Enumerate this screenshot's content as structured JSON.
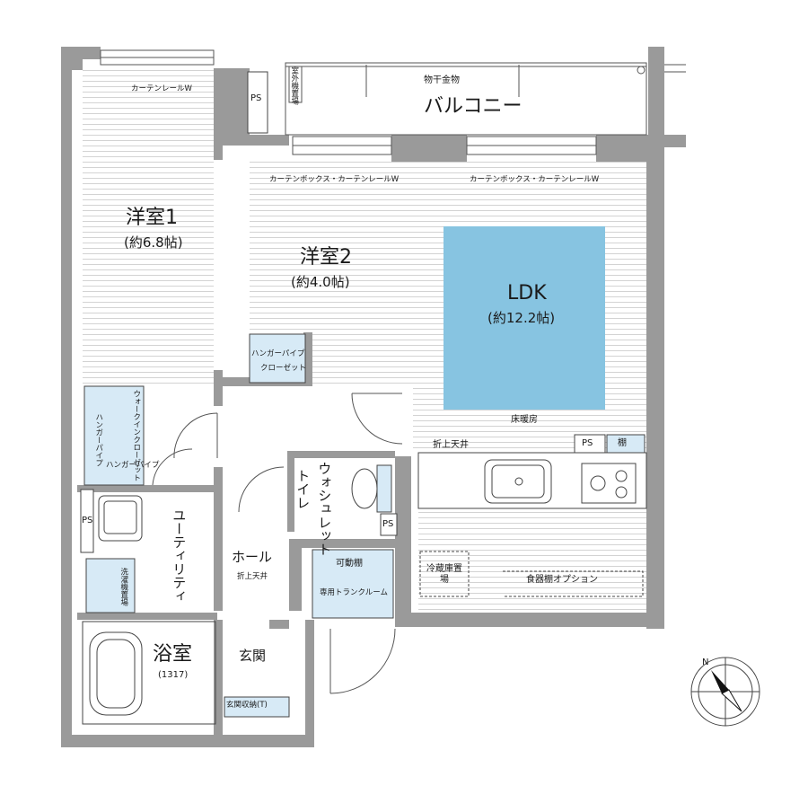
{
  "colors": {
    "wall": "#9a9a9a",
    "ldk_fill": "#87c4e1",
    "storage_fill": "#d7eaf6",
    "floor_line": "#d3d3d3"
  },
  "rooms": {
    "balcony": "バルコニー",
    "western1": {
      "name": "洋室1",
      "size": "(約6.8帖)"
    },
    "western2": {
      "name": "洋室2",
      "size": "(約4.0帖)"
    },
    "ldk": {
      "name": "LDK",
      "size": "(約12.2帖)"
    },
    "utility": "ユーティリティ",
    "hall": "ホール",
    "bath": {
      "name": "浴室",
      "size": "(1317)"
    },
    "entrance": "玄関",
    "toilet": "トイレ",
    "washlet": "ウォシュレット"
  },
  "labels": {
    "drying_rack": "物干金物",
    "curtain_rail_w": "カーテンレールW",
    "curtain_box_rail_w_1": "カーテンボックス・カーテンレールW",
    "curtain_box_rail_w_2": "カーテンボックス・カーテンレールW",
    "ps": "PS",
    "hanger_pipe": "ハンガーパイプ",
    "closet": "クローゼット",
    "walk_in_closet": "ウォークインクローゼット",
    "hanger_pipe_2": "ハンガーパイプ",
    "hanger_pipe_3": "ハンガーパイプ",
    "floor_heating": "床暖房",
    "folded_ceiling": "折上天井",
    "folded_ceiling_hall": "折上天井",
    "shelf": "棚",
    "movable_shelf": "可動棚",
    "trunk_room": "専用トランクルーム",
    "fridge_space": "冷蔵庫置場",
    "cupboard_option": "食器棚オプション",
    "washer_space": "洗濯機置場",
    "entrance_storage": "玄関収納(T)",
    "outdoor_unit": "室外機置場",
    "compass": "N"
  }
}
